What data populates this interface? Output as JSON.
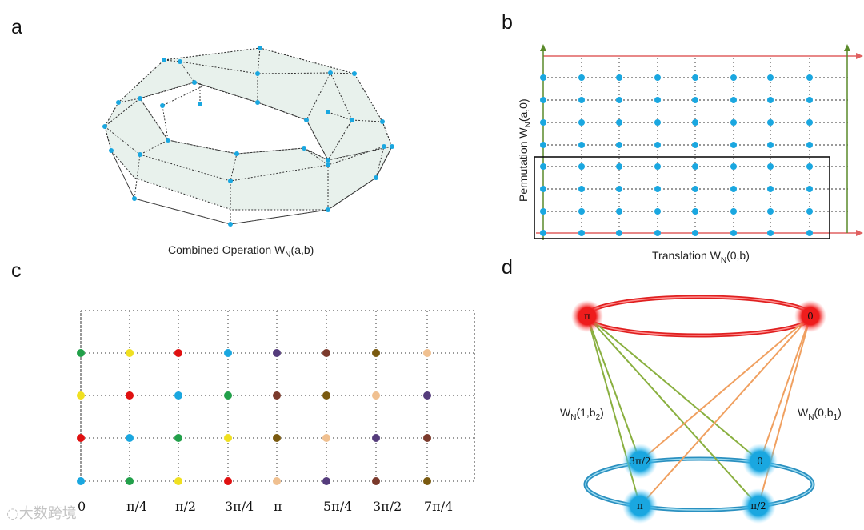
{
  "panels": {
    "a": {
      "label": "a",
      "caption_main": "Combined Operation W",
      "caption_sub": "N",
      "caption_tail": "(a,b)"
    },
    "b": {
      "label": "b",
      "xcaption_main": "Translation W",
      "xcaption_sub": "N",
      "xcaption_tail": "(0,b)",
      "ycaption_main": "Permutation W",
      "ycaption_sub": "N",
      "ycaption_tail": "(a,0)",
      "colors": {
        "dot": "#1aa7e0",
        "axis_h": "#e06060",
        "axis_v": "#5a8a2a"
      }
    },
    "c": {
      "label": "c",
      "ticks": [
        "0",
        "π/4",
        "π/2",
        "3π/4",
        "π",
        "5π/4",
        "3π/2",
        "7π/4"
      ],
      "row_colors": [
        [
          "#1aa7e0",
          "#22a04a",
          "#f0e020",
          "#e01010",
          "#f0c090",
          "#553c7c",
          "#7b3a2c",
          "#7a5a10"
        ],
        [
          "#e01010",
          "#1aa7e0",
          "#22a04a",
          "#f0e020",
          "#7a5a10",
          "#f0c090",
          "#553c7c",
          "#7b3a2c"
        ],
        [
          "#f0e020",
          "#e01010",
          "#1aa7e0",
          "#22a04a",
          "#7b3a2c",
          "#7a5a10",
          "#f0c090",
          "#553c7c"
        ],
        [
          "#22a04a",
          "#f0e020",
          "#e01010",
          "#1aa7e0",
          "#553c7c",
          "#7b3a2c",
          "#7a5a10",
          "#f0c090"
        ]
      ]
    },
    "d": {
      "label": "d",
      "left_label_main": "W",
      "left_label_sub": "N",
      "left_label_tail": "(1,b",
      "left_label_sub2": "2",
      "left_label_end": ")",
      "right_label_main": "W",
      "right_label_sub": "N",
      "right_label_tail": "(0,b",
      "right_label_sub2": "1",
      "right_label_end": ")",
      "top_nodes": [
        "π",
        "0"
      ],
      "bottom_nodes": [
        "3π/2",
        "0",
        "π",
        "π/2"
      ],
      "colors": {
        "top_ring": "#e02020",
        "bottom_ring": "#2a90c0",
        "green_line": "#8ab040",
        "orange_line": "#f0a060"
      }
    }
  },
  "watermark": "大数跨境"
}
